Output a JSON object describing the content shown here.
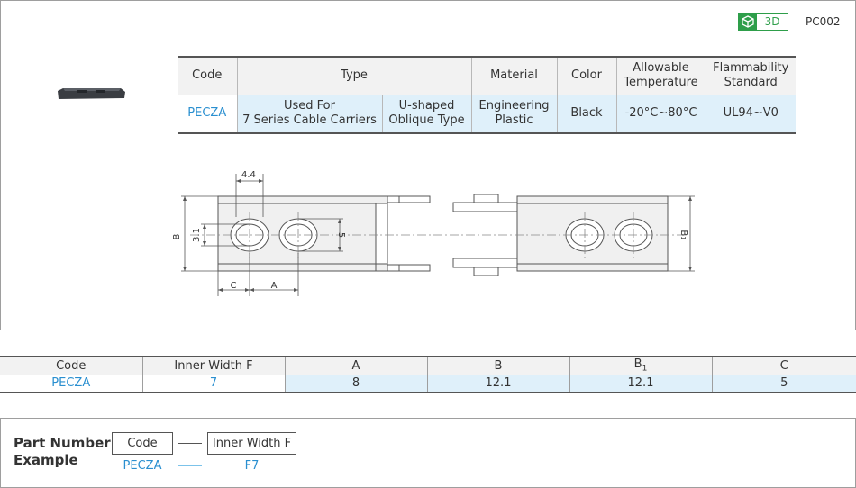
{
  "header": {
    "badge_label": "3D",
    "product_code": "PC002"
  },
  "colors": {
    "accent_green": "#2e9e4a",
    "link_blue": "#2a8fd0",
    "cell_blue": "#dff0fa",
    "header_gray": "#f2f2f2"
  },
  "type_table": {
    "headers": {
      "code": "Code",
      "type": "Type",
      "material": "Material",
      "color": "Color",
      "temp_line1": "Allowable",
      "temp_line2": "Temperature",
      "flam_line1": "Flammability",
      "flam_line2": "Standard"
    },
    "row": {
      "code": "PECZA",
      "type1_line1": "Used For",
      "type1_line2": "7 Series Cable Carriers",
      "type2_line1": "U-shaped",
      "type2_line2": "Oblique Type",
      "material_line1": "Engineering",
      "material_line2": "Plastic",
      "color": "Black",
      "temperature": "-20°C~80°C",
      "flammability": "UL94~V0"
    }
  },
  "drawing": {
    "dim_top": "4.4",
    "dim_hole": "3.1",
    "dim_b": "B",
    "dim_5": "5",
    "dim_c": "C",
    "dim_a": "A",
    "dim_b1": "B",
    "dim_b1_sub": "1"
  },
  "dim_table": {
    "headers": [
      "Code",
      "Inner Width F",
      "A",
      "B",
      "B",
      "C"
    ],
    "b1_sub": "1",
    "values": [
      "PECZA",
      "7",
      "8",
      "12.1",
      "12.1",
      "5"
    ]
  },
  "part_number": {
    "title_line1": "Part Number",
    "title_line2": "Example",
    "box1": "Code",
    "box2": "Inner Width F",
    "val1": "PECZA",
    "val2": "F7"
  }
}
